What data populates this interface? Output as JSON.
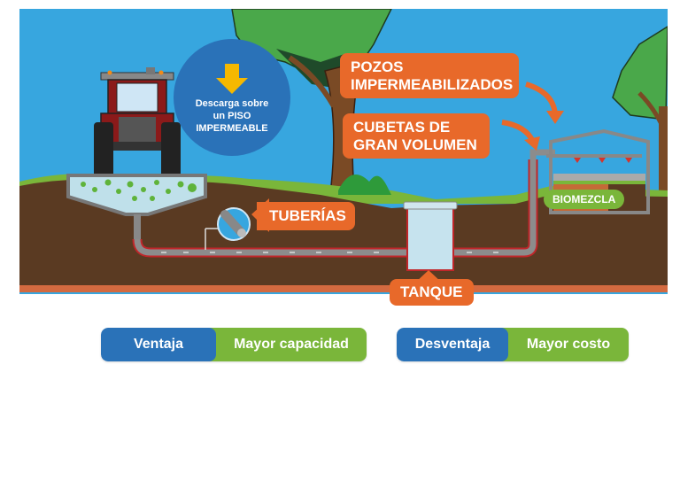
{
  "diagram": {
    "circle_label_lines": [
      "Descarga sobre",
      "un PISO",
      "IMPERMEABLE"
    ],
    "callouts": {
      "pozos_line1": "POZOS",
      "pozos_line2": "IMPERMEABILIZADOS",
      "cubetas_line1": "CUBETAS DE",
      "cubetas_line2": "GRAN VOLUMEN",
      "tuberias": "TUBERÍAS",
      "tanque": "TANQUE",
      "biomezcla": "BIOMEZCLA"
    },
    "colors": {
      "sky": "#37a6df",
      "soil": "#5a3a22",
      "callout_orange": "#e8692a",
      "circle_blue": "#2a72b8",
      "arrow_yellow": "#f5b800",
      "biomezcla_green": "#7ab63a"
    }
  },
  "summary": [
    {
      "label": "Ventaja",
      "value": "Mayor capacidad"
    },
    {
      "label": "Desventaja",
      "value": "Mayor costo"
    }
  ]
}
